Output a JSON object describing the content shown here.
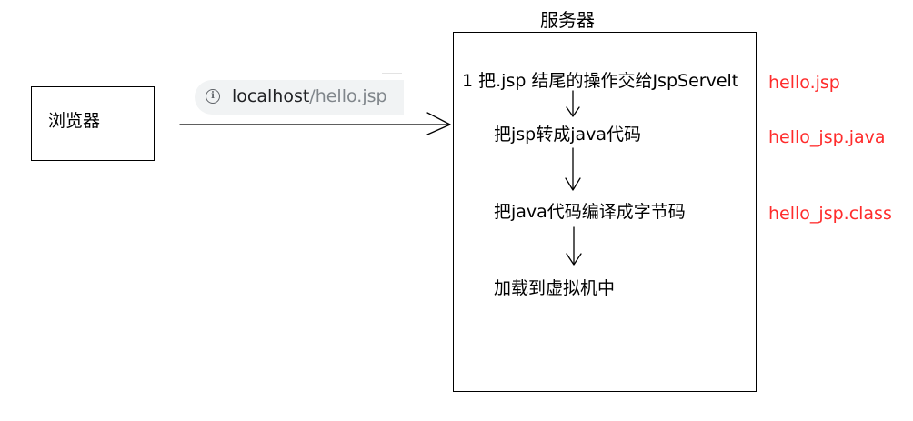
{
  "browser": {
    "label": "浏览器",
    "url_host": "localhost",
    "url_path": "/hello.jsp",
    "info_icon": "i"
  },
  "server": {
    "title": "服务器",
    "steps": [
      "1 把.jsp 结尾的操作交给JspServelt",
      "把jsp转成java代码",
      "把java代码编译成字节码",
      "加载到虚拟机中"
    ]
  },
  "files": [
    "hello.jsp",
    "hello_jsp.java",
    "hello_jsp.class"
  ],
  "colors": {
    "file_label": "#ff2b2b",
    "url_bar_bg": "#f1f3f4",
    "url_path": "#80868b"
  }
}
